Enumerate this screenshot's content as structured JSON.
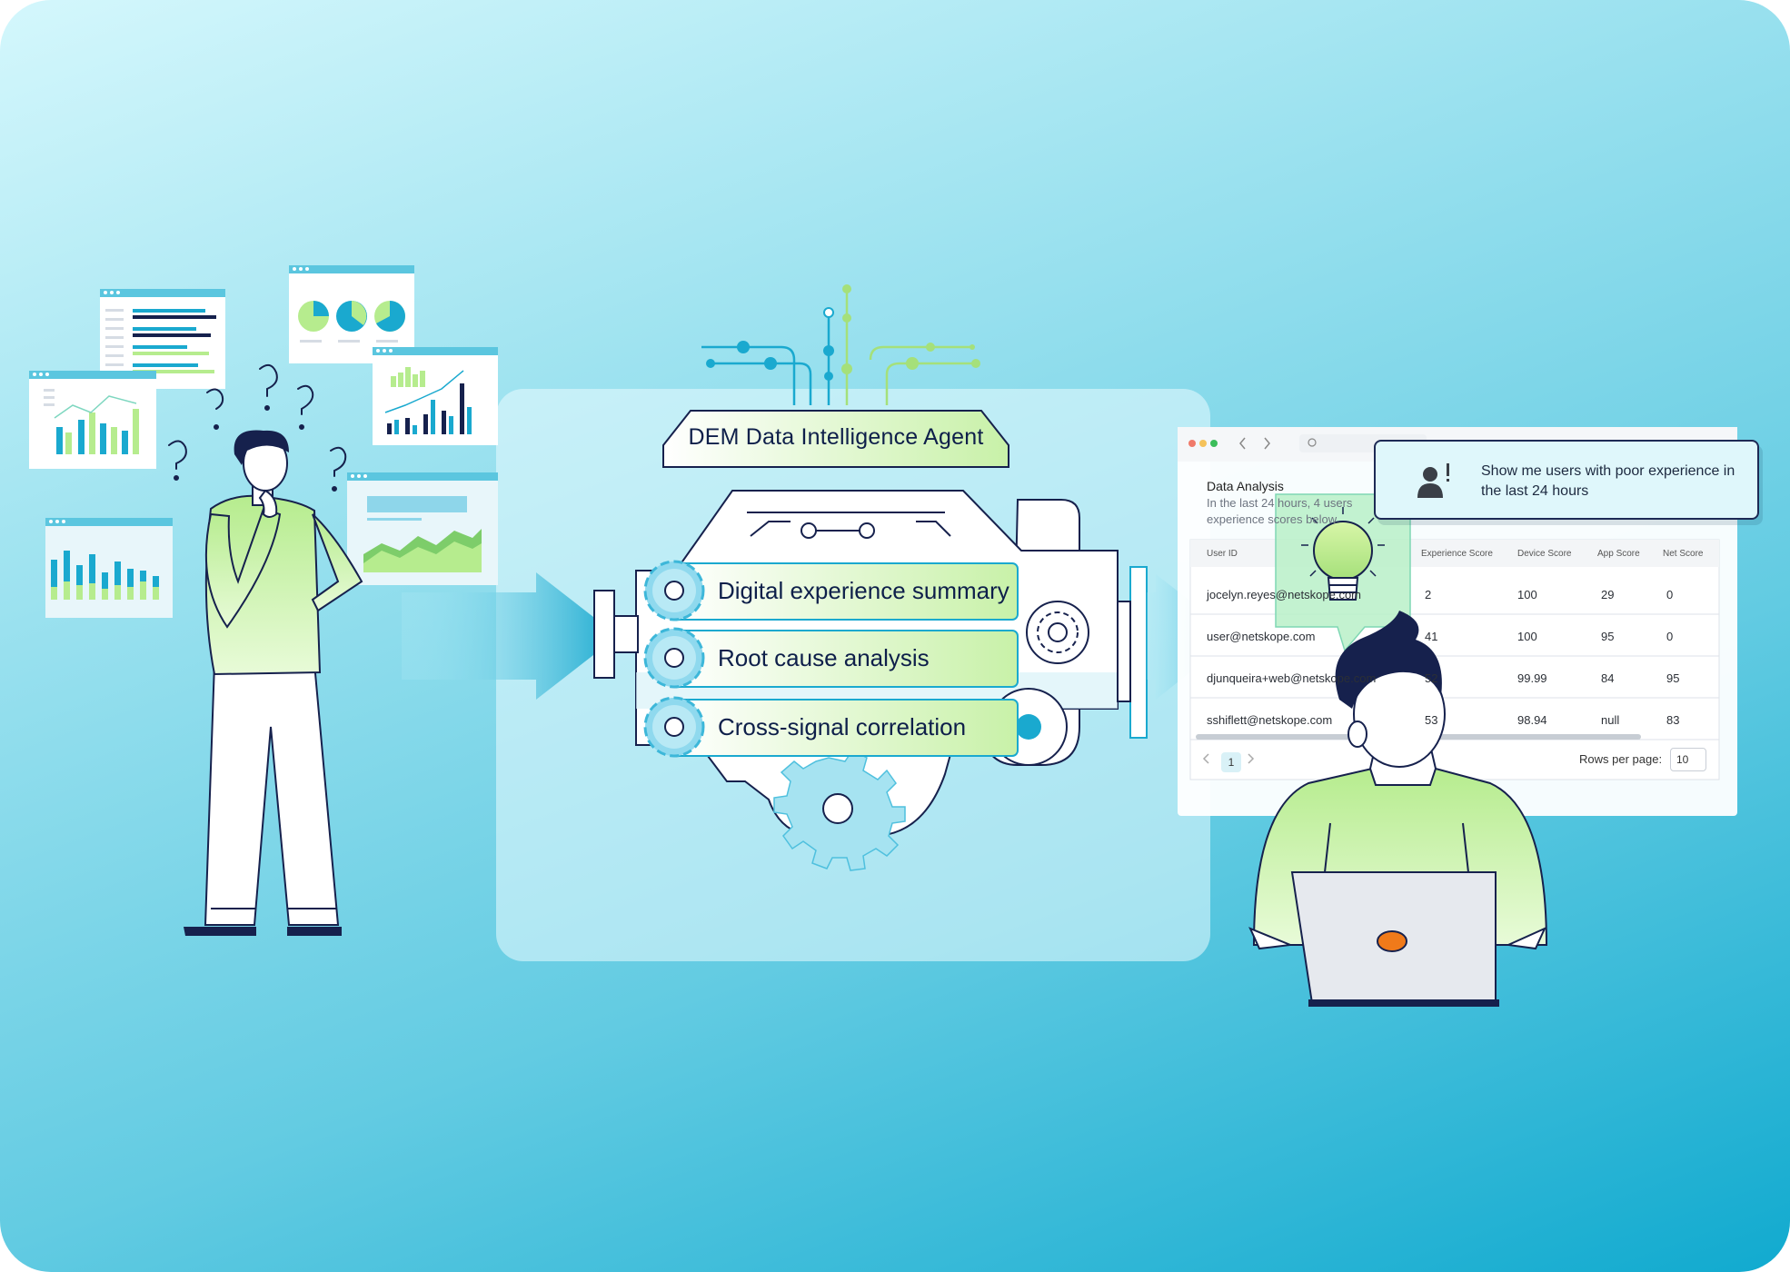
{
  "engine": {
    "title": "DEM Data Intelligence Agent",
    "features": [
      "Digital experience summary",
      "Root cause analysis",
      "Cross-signal correlation"
    ]
  },
  "window": {
    "heading": "Data Analysis",
    "subtext": "In the last 24 hours, 4 users experience scores below",
    "columns": [
      "User ID",
      "Experience Score",
      "Device Score",
      "App Score",
      "Net Score"
    ],
    "rows": [
      {
        "user": "jocelyn.reyes@netskope.com",
        "exp": "2",
        "device": "100",
        "app": "29",
        "net": "0"
      },
      {
        "user": "user@netskope.com",
        "exp": "41",
        "device": "100",
        "app": "95",
        "net": "0"
      },
      {
        "user": "djunqueira+web@netskope.com",
        "exp": "52",
        "device": "99.99",
        "app": "84",
        "net": "95"
      },
      {
        "user": "sshiflett@netskope.com",
        "exp": "53",
        "device": "98.94",
        "app": "null",
        "net": "83"
      }
    ],
    "page": "1",
    "rows_per_page_label": "Rows per page:",
    "rows_per_page_value": "10"
  },
  "chat": {
    "message": "Show me users with poor experience in the last 24 hours",
    "icon": "user-alert-icon"
  },
  "colors": {
    "navy": "#16214d",
    "teal": "#1aa9cf",
    "green": "#c8f1a8",
    "accent_orange": "#f07a1a"
  }
}
